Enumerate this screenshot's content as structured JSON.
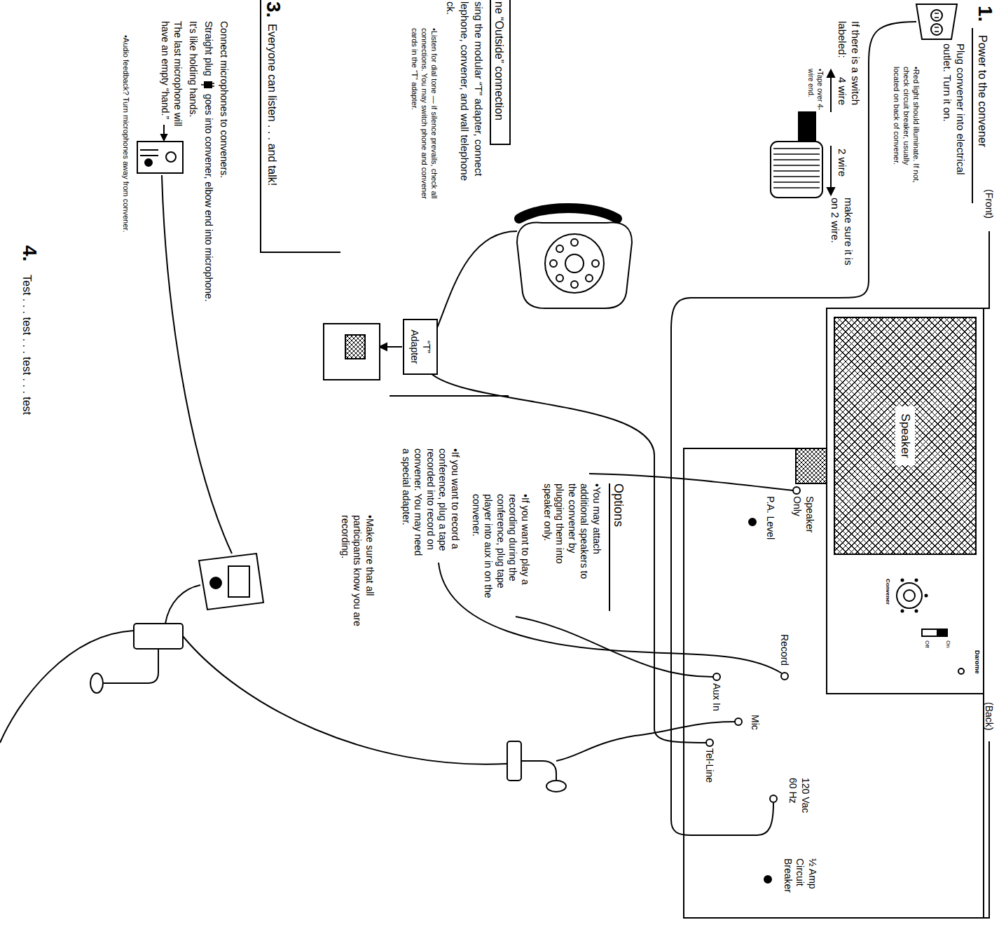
{
  "diagram": {
    "nodes": [
      {
        "text": [
          "Speaker"
        ]
      },
      {
        "text": [
          "“T” Adapter"
        ]
      }
    ],
    "labels": [
      "(Front)",
      "(Back)",
      "Darome",
      "On",
      "Off",
      "Convener",
      "Speaker Only",
      "P.A. Level",
      "Record",
      "Aux In",
      "Mic",
      "Tel-Line",
      "120 Vac 60 Hz",
      "½ Amp Circuit Breaker",
      "1.",
      "Power to the convener",
      "Plug convener into electrical outlet. Turn it on.",
      "•Red light should illuminate. If not, check circuit breaker, usually located on back of convener.",
      "If there is a switch labeled:",
      "4 wire",
      "2 wire",
      "make sure it is on 2 wire.",
      "•Tape over 4-wire end.",
      "ne “Outside” connection",
      "sing the modular “T” adapter, connect",
      "lephone, convener, and wall telephone",
      "ck.",
      "•Listen for dial tone — if silence prevails, check all connections. You may switch phone and convener cards in the “T” adapter.",
      "3.",
      "Everyone can listen . . . and talk!",
      "Connect microphones to conveners.",
      "Straight plug",
      "goes into convener, elbow end into microphone.",
      "It’s like holding hands.",
      "The last microphone will have an empty “hand.”",
      "•Audio feedback? Turn microphones away from convener.",
      "4.",
      "Test . . . test . . . test . . . test",
      "Options",
      "•You may attach additional speakers to the convener by plugging them into speaker only.",
      "•If you want to play a recording during the conference, plug tape player into aux in on the convener.",
      "•If you want to record a conference, plug a tape recorded into record on convener. You may need a special adapter.",
      "•Make sure that all participants know you are recording."
    ]
  }
}
